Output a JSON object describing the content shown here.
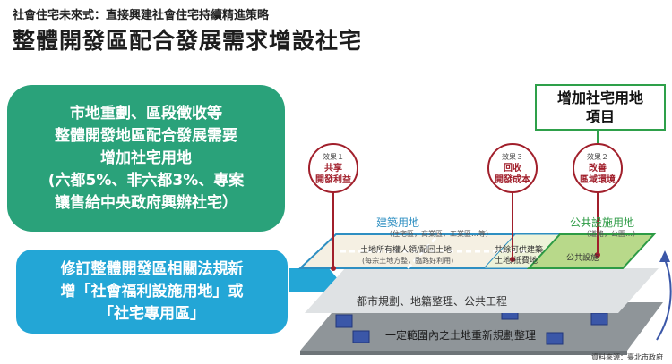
{
  "header": {
    "subtitle": "社會住宅未來式：直接興建社會住宅持續精進策略",
    "title": "整體開發區配合發展需求增設社宅"
  },
  "green_box": {
    "lines": [
      "市地重劃、區段徵收等",
      "整體開發地區配合發展需要",
      "增加社宅用地",
      "(六都5%、非六都3%、專案",
      "讓售給中央政府興辦社宅）"
    ]
  },
  "blue_box": {
    "lines": [
      "修訂整體開發區相關法規新",
      "增「社會福利設施用地」或",
      "「社宅專用區」"
    ]
  },
  "callout": {
    "lines": [
      "增加社宅用地",
      "項目"
    ]
  },
  "effects": [
    {
      "tag": "效果１",
      "line1": "共享",
      "line2": "開發利益"
    },
    {
      "tag": "效果３",
      "line1": "回收",
      "line2": "開發成本"
    },
    {
      "tag": "效果２",
      "line1": "改善",
      "line2": "區域環境"
    }
  ],
  "diagram": {
    "building_land": "建築用地",
    "building_land_sub": "（住宅區，商業區，工業區…等）",
    "public_land": "公共設施用地",
    "public_land_sub": "（道路，公園…）",
    "owner_land": "土地所有權人領/配回土地",
    "owner_land_sub": "(每宗土地方整，臨路好利用)",
    "offset_land_1": "共餘可供建築",
    "offset_land_2": "土地/抵費地",
    "public_facility": "公共設施",
    "urban_planning": "都市規劃、地籍整理、公共工程",
    "readjustment": "一定範圍內之土地重新規劃整理"
  },
  "source": "資料來源：臺北市政府",
  "colors": {
    "green_box": "#2aa27a",
    "blue_box": "#23a6d6",
    "effect_ring": "#a11f2b",
    "callout_border": "#2ea04a"
  }
}
